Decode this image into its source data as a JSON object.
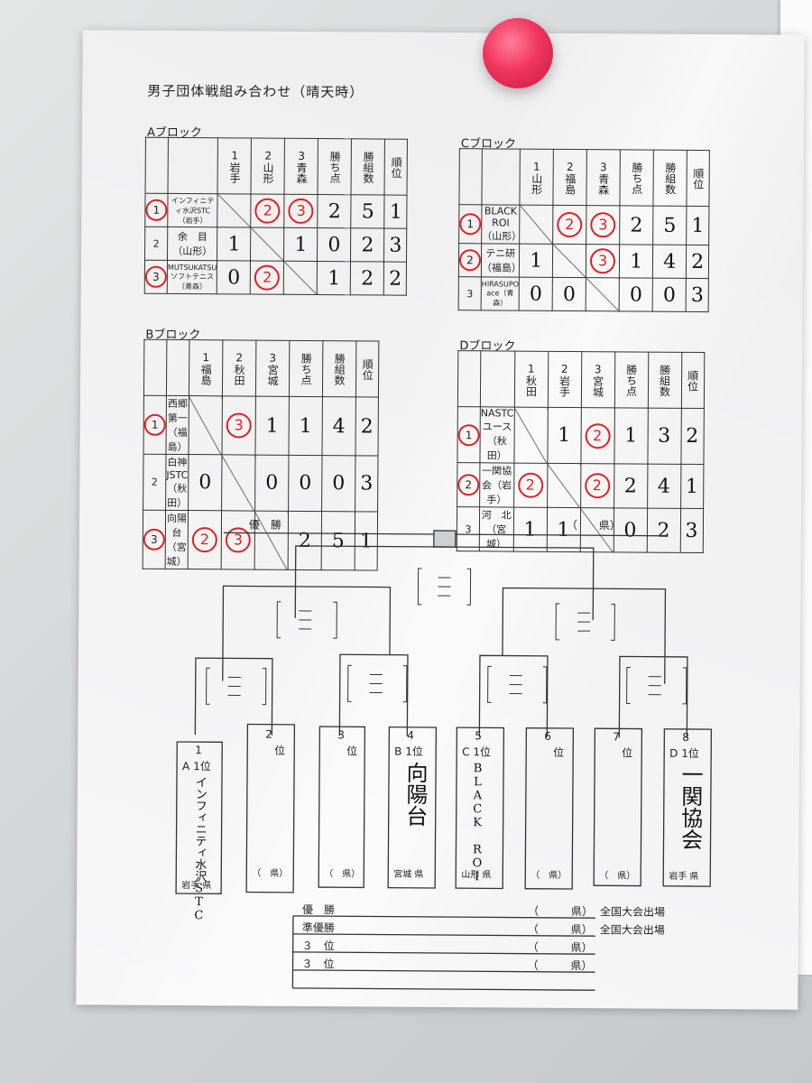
{
  "title": "男子団体戦組み合わせ（晴天時）",
  "blocks": {
    "A": {
      "label": "Aブロック",
      "cols": [
        "1\n岩手",
        "2\n山形",
        "3\n青森",
        "勝ち点",
        "勝組数",
        "順位"
      ],
      "rows": [
        {
          "no": "1",
          "name": "インフィニティ水沢STC（岩手）",
          "cells": [
            "",
            "2",
            "3",
            "2",
            "5",
            "1"
          ]
        },
        {
          "no": "2",
          "name": "余　目（山形）",
          "cells": [
            "1",
            "",
            "1",
            "0",
            "2",
            "3"
          ]
        },
        {
          "no": "3",
          "name": "MUTSUKATSUソフトテニス（青森）",
          "cells": [
            "0",
            "2",
            "",
            "1",
            "2",
            "2"
          ]
        }
      ]
    },
    "B": {
      "label": "Bブロック",
      "cols": [
        "1\n福島",
        "2\n秋田",
        "3\n宮城",
        "勝ち点",
        "勝組数",
        "順位"
      ],
      "rows": [
        {
          "no": "1",
          "name": "西郷第一（福島）",
          "cells": [
            "",
            "3",
            "1",
            "1",
            "4",
            "2"
          ]
        },
        {
          "no": "2",
          "name": "白神JSTC（秋田）",
          "cells": [
            "0",
            "",
            "0",
            "0",
            "0",
            "3"
          ]
        },
        {
          "no": "3",
          "name": "向陽台（宮城）",
          "cells": [
            "2",
            "3",
            "",
            "2",
            "5",
            "1"
          ]
        }
      ]
    },
    "C": {
      "label": "Cブロック",
      "cols": [
        "1\n山形",
        "2\n福島",
        "3\n青森",
        "勝ち点",
        "勝組数",
        "順位"
      ],
      "rows": [
        {
          "no": "1",
          "name": "BLACK ROI（山形）",
          "cells": [
            "",
            "2",
            "3",
            "2",
            "5",
            "1"
          ]
        },
        {
          "no": "2",
          "name": "テニ研（福島）",
          "cells": [
            "1",
            "",
            "3",
            "1",
            "4",
            "2"
          ]
        },
        {
          "no": "3",
          "name": "HIRASUPO ace（青森）",
          "cells": [
            "0",
            "0",
            "",
            "0",
            "0",
            "3"
          ]
        }
      ]
    },
    "D": {
      "label": "Dブロック",
      "cols": [
        "1\n秋田",
        "2\n岩手",
        "3\n宮城",
        "勝ち点",
        "勝組数",
        "順位"
      ],
      "rows": [
        {
          "no": "1",
          "name": "NASTCユース（秋田）",
          "cells": [
            "",
            "1",
            "2",
            "1",
            "3",
            "2"
          ]
        },
        {
          "no": "2",
          "name": "一関協会（岩手）",
          "cells": [
            "2",
            "",
            "2",
            "2",
            "4",
            "1"
          ]
        },
        {
          "no": "3",
          "name": "河　北（宮城）",
          "cells": [
            "1",
            "1",
            "",
            "0",
            "2",
            "3"
          ]
        }
      ]
    }
  },
  "bracket": {
    "champion_label": "優　勝",
    "champion_pref": "（　　県）",
    "slots": [
      {
        "seed": "1",
        "rank": "A 1位",
        "name": "インフィニティ水沢STC",
        "pref": "岩手 県"
      },
      {
        "seed": "2",
        "rank": "位",
        "name": "",
        "pref": "（　県）"
      },
      {
        "seed": "3",
        "rank": "位",
        "name": "",
        "pref": "（　県）"
      },
      {
        "seed": "4",
        "rank": "B 1位",
        "name": "向陽台",
        "pref": "宮城 県"
      },
      {
        "seed": "5",
        "rank": "C 1位",
        "name": "BLACK ROI",
        "pref": "山形 県"
      },
      {
        "seed": "6",
        "rank": "位",
        "name": "",
        "pref": "（　県）"
      },
      {
        "seed": "7",
        "rank": "位",
        "name": "",
        "pref": "（　県）"
      },
      {
        "seed": "8",
        "rank": "D 1位",
        "name": "一関協会",
        "pref": "岩手 県"
      }
    ]
  },
  "results": [
    {
      "label": "優　勝",
      "pref": "（　　　県）",
      "note": "全国大会出場"
    },
    {
      "label": "準優勝",
      "pref": "（　　　県）",
      "note": "全国大会出場"
    },
    {
      "label": "３　位",
      "pref": "（　　　県）",
      "note": ""
    },
    {
      "label": "３　位",
      "pref": "（　　　県）",
      "note": ""
    }
  ],
  "colors": {
    "paper": "#f7f7f8",
    "ink_red": "#d22",
    "pin": "#f0365c"
  }
}
